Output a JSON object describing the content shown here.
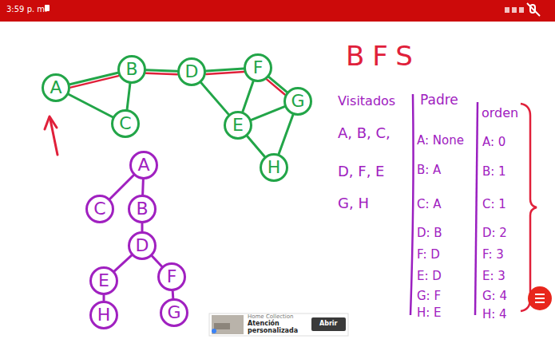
{
  "diagram": {
    "nodes": [
      {
        "text": [
          "A"
        ]
      },
      {
        "text": [
          "B"
        ]
      },
      {
        "text": [
          "C"
        ]
      },
      {
        "text": [
          "D"
        ]
      },
      {
        "text": [
          "F"
        ]
      },
      {
        "text": [
          "E"
        ]
      },
      {
        "text": [
          "G"
        ]
      },
      {
        "text": [
          "H"
        ]
      },
      {
        "text": [
          "A"
        ]
      },
      {
        "text": [
          "C"
        ]
      },
      {
        "text": [
          "B"
        ]
      },
      {
        "text": [
          "D"
        ]
      },
      {
        "text": [
          "E"
        ]
      },
      {
        "text": [
          "F"
        ]
      },
      {
        "text": [
          "H"
        ]
      },
      {
        "text": [
          "G"
        ]
      }
    ],
    "edges": [
      {
        "from": 0,
        "to": 1,
        "arrow": "none"
      },
      {
        "from": 0,
        "to": 2,
        "arrow": "none"
      },
      {
        "from": 1,
        "to": 2,
        "arrow": "none"
      },
      {
        "from": 1,
        "to": 3,
        "arrow": "none"
      },
      {
        "from": 3,
        "to": 4,
        "arrow": "none"
      },
      {
        "from": 3,
        "to": 5,
        "arrow": "none"
      },
      {
        "from": 4,
        "to": 5,
        "arrow": "none"
      },
      {
        "from": 4,
        "to": 6,
        "arrow": "none"
      },
      {
        "from": 5,
        "to": 6,
        "arrow": "none"
      },
      {
        "from": 5,
        "to": 7,
        "arrow": "none"
      },
      {
        "from": 6,
        "to": 7,
        "arrow": "none"
      },
      {
        "from": 0,
        "to": 1,
        "arrow": "none"
      },
      {
        "from": 1,
        "to": 3,
        "arrow": "none"
      },
      {
        "from": 3,
        "to": 4,
        "arrow": "none"
      },
      {
        "from": 4,
        "to": 6,
        "arrow": "none"
      },
      {
        "from": 8,
        "to": 9,
        "arrow": "none"
      },
      {
        "from": 8,
        "to": 10,
        "arrow": "none"
      },
      {
        "from": 10,
        "to": 11,
        "arrow": "none"
      },
      {
        "from": 11,
        "to": 12,
        "arrow": "none"
      },
      {
        "from": 11,
        "to": 13,
        "arrow": "none"
      },
      {
        "from": 12,
        "to": 14,
        "arrow": "none"
      },
      {
        "from": 13,
        "to": 15,
        "arrow": "none"
      }
    ],
    "labels": [
      "3:59 p. m.",
      "BFS",
      "Visitados",
      "Padre",
      "orden",
      "A, B, C,",
      "D, F, E",
      "G, H",
      "A: None",
      "B: A",
      "C: A",
      "D: B",
      "F: D",
      "E: D",
      "G: F",
      "H: E",
      "A: 0",
      "B: 1",
      "C: 1",
      "D: 2",
      "F: 3",
      "E: 3",
      "G: 4",
      "H: 4",
      "Home Collection",
      "Atención personalizada",
      "Abrir"
    ]
  }
}
